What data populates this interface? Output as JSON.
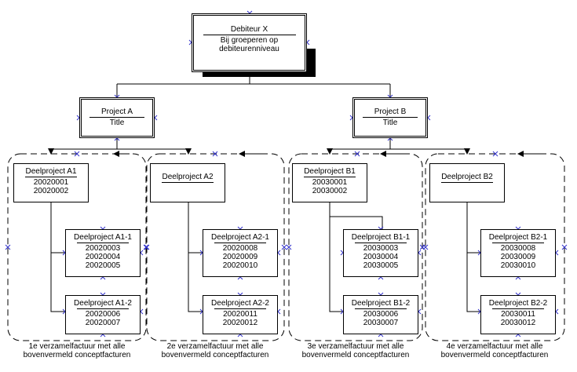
{
  "debtor": {
    "title": "Debiteur X",
    "lines": [
      "Bij groeperen op",
      "debiteurenniveau"
    ]
  },
  "projects": [
    {
      "title": "Project A",
      "subtitle": "Title"
    },
    {
      "title": "Project B",
      "subtitle": "Title"
    }
  ],
  "subprojects": [
    {
      "title": "Deelproject A1",
      "lines": [
        "20020001",
        "20020002"
      ]
    },
    {
      "title": "Deelproject A1-1",
      "lines": [
        "20020003",
        "20020004",
        "20020005"
      ]
    },
    {
      "title": "Deelproject A1-2",
      "lines": [
        "20020006",
        "20020007"
      ]
    },
    {
      "title": "Deelproject A2",
      "lines": []
    },
    {
      "title": "Deelproject A2-1",
      "lines": [
        "20020008",
        "20020009",
        "20020010"
      ]
    },
    {
      "title": "Deelproject A2-2",
      "lines": [
        "20020011",
        "20020012"
      ]
    },
    {
      "title": "Deelproject B1",
      "lines": [
        "20030001",
        "20030002"
      ]
    },
    {
      "title": "Deelproject B1-1",
      "lines": [
        "20030003",
        "20030004",
        "20030005"
      ]
    },
    {
      "title": "Deelproject B1-2",
      "lines": [
        "20030006",
        "20030007"
      ]
    },
    {
      "title": "Deelproject B2",
      "lines": []
    },
    {
      "title": "Deelproject B2-1",
      "lines": [
        "20030008",
        "20030009",
        "20030010"
      ]
    },
    {
      "title": "Deelproject B2-2",
      "lines": [
        "20030011",
        "20030012"
      ]
    }
  ],
  "groups": [
    {
      "caption": [
        "1e verzamelfactuur met alle",
        "bovenvermeld conceptfacturen"
      ]
    },
    {
      "caption": [
        "2e verzamelfactuur met alle",
        "bovenvermeld conceptfacturen"
      ]
    },
    {
      "caption": [
        "3e verzamelfactuur met alle",
        "bovenvermeld conceptfacturen"
      ]
    },
    {
      "caption": [
        "4e verzamelfactuur met alle",
        "bovenvermeld conceptfacturen"
      ]
    }
  ]
}
